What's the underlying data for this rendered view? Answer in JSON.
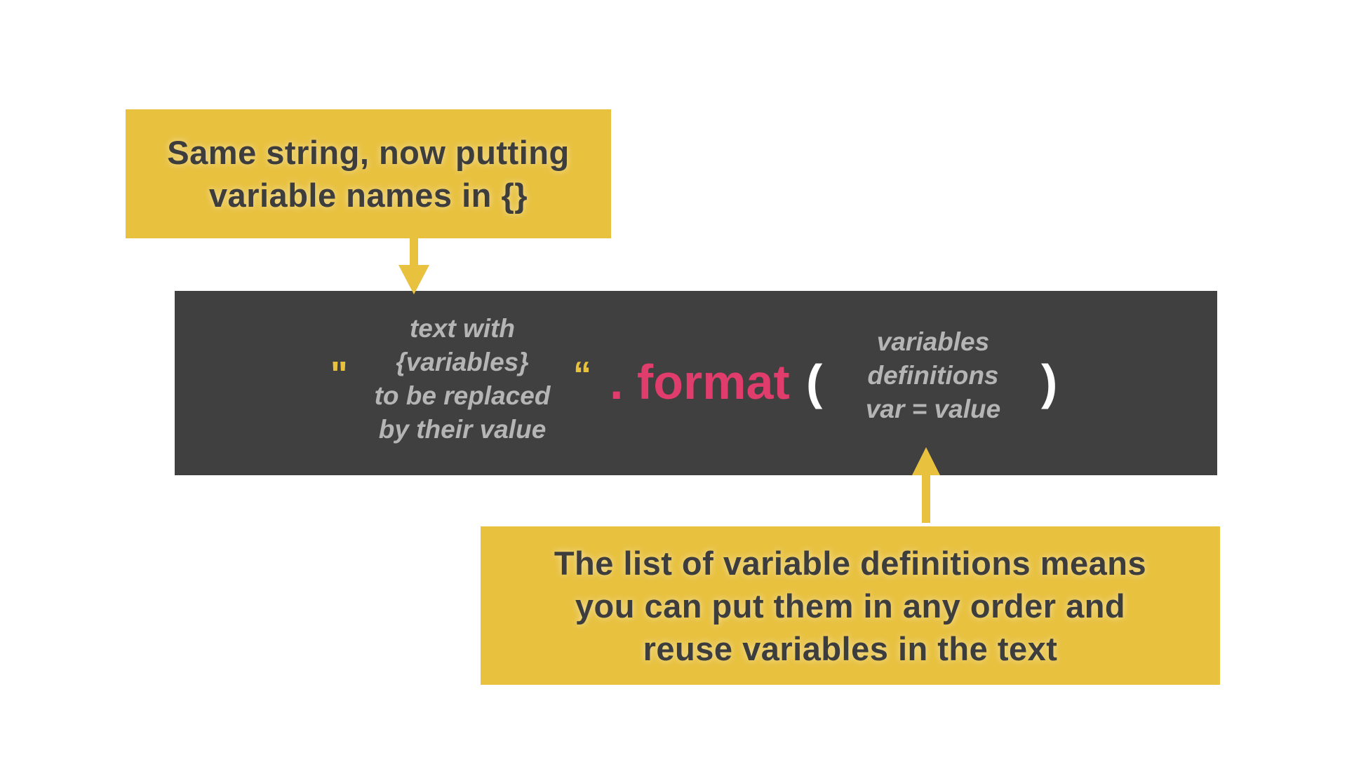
{
  "callout_top": {
    "lines": [
      "Same string, now putting",
      "variable names in {}"
    ]
  },
  "callout_bottom": {
    "lines": [
      "The list of variable definitions means",
      "you can put them in any order and",
      "reuse variables in the text"
    ]
  },
  "code": {
    "open_quote": "\"",
    "string_lines": [
      "text with",
      "{variables}",
      "to be replaced",
      "by their value"
    ],
    "close_quote": "“",
    "method": ". format",
    "open_paren": "(",
    "args_lines": [
      "variables",
      "definitions",
      "var = value"
    ],
    "close_paren": ")"
  },
  "colors": {
    "callout": "#e8c13f",
    "panel": "#404040",
    "method": "#e03c6c",
    "placeholder_text": "#b5b5b5"
  }
}
